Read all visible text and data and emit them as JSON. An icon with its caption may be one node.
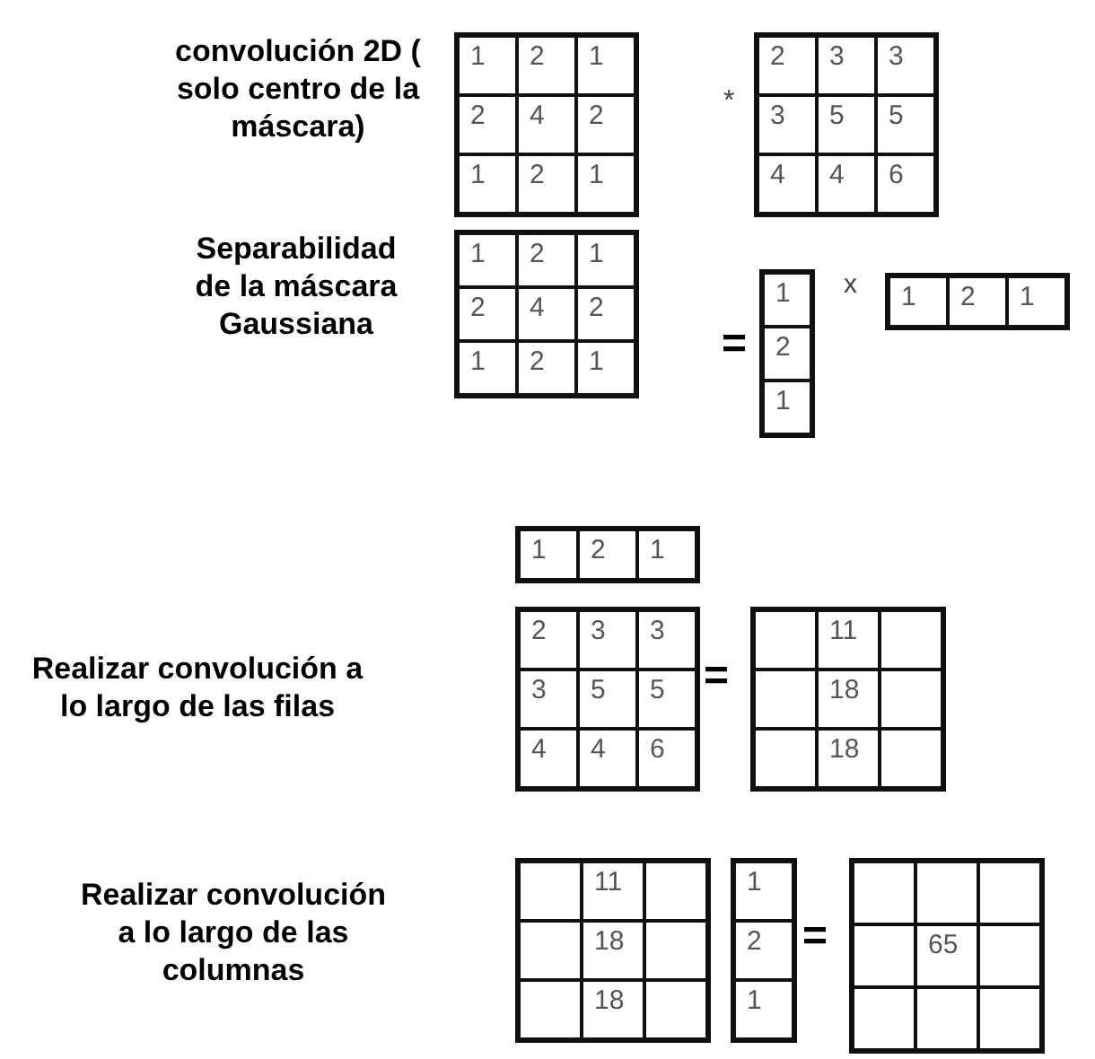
{
  "diagram": {
    "nodes": [
      {
        "text": [],
        "shape": "box"
      },
      {
        "text": [
          "1"
        ],
        "in": 0
      },
      {
        "text": [
          "2"
        ],
        "in": 0
      },
      {
        "text": [
          "1"
        ],
        "in": 0
      },
      {
        "text": [
          "2"
        ],
        "in": 0
      },
      {
        "text": [
          "4"
        ],
        "in": 0
      },
      {
        "text": [
          "2"
        ],
        "in": 0
      },
      {
        "text": [
          "1"
        ],
        "in": 0
      },
      {
        "text": [
          "2"
        ],
        "in": 0
      },
      {
        "text": [
          "1"
        ],
        "in": 0
      },
      {
        "text": [],
        "shape": "box"
      },
      {
        "text": [
          "2"
        ],
        "in": 10
      },
      {
        "text": [
          "3"
        ],
        "in": 10
      },
      {
        "text": [
          "3"
        ],
        "in": 10
      },
      {
        "text": [
          "3"
        ],
        "in": 10
      },
      {
        "text": [
          "5"
        ],
        "in": 10
      },
      {
        "text": [
          "5"
        ],
        "in": 10
      },
      {
        "text": [
          "4"
        ],
        "in": 10
      },
      {
        "text": [
          "4"
        ],
        "in": 10
      },
      {
        "text": [
          "6"
        ],
        "in": 10
      },
      {
        "text": [],
        "shape": "box"
      },
      {
        "text": [
          "1"
        ],
        "in": 20
      },
      {
        "text": [
          "2"
        ],
        "in": 20
      },
      {
        "text": [
          "1"
        ],
        "in": 20
      },
      {
        "text": [
          "2"
        ],
        "in": 20
      },
      {
        "text": [
          "4"
        ],
        "in": 20
      },
      {
        "text": [
          "2"
        ],
        "in": 20
      },
      {
        "text": [
          "1"
        ],
        "in": 20
      },
      {
        "text": [
          "2"
        ],
        "in": 20
      },
      {
        "text": [
          "1"
        ],
        "in": 20
      },
      {
        "text": [],
        "shape": "box"
      },
      {
        "text": [
          "1"
        ],
        "in": 30
      },
      {
        "text": [
          "2"
        ],
        "in": 30
      },
      {
        "text": [
          "1"
        ],
        "in": 30
      },
      {
        "text": [],
        "shape": "box"
      },
      {
        "text": [
          "1"
        ],
        "in": 34
      },
      {
        "text": [
          "2"
        ],
        "in": 34
      },
      {
        "text": [
          "1"
        ],
        "in": 34
      },
      {
        "text": [],
        "shape": "box"
      },
      {
        "text": [
          "1"
        ],
        "in": 38
      },
      {
        "text": [
          "2"
        ],
        "in": 38
      },
      {
        "text": [
          "1"
        ],
        "in": 38
      },
      {
        "text": [],
        "shape": "box"
      },
      {
        "text": [
          "2"
        ],
        "in": 42
      },
      {
        "text": [
          "3"
        ],
        "in": 42
      },
      {
        "text": [
          "3"
        ],
        "in": 42
      },
      {
        "text": [
          "3"
        ],
        "in": 42
      },
      {
        "text": [
          "5"
        ],
        "in": 42
      },
      {
        "text": [
          "5"
        ],
        "in": 42
      },
      {
        "text": [
          "4"
        ],
        "in": 42
      },
      {
        "text": [
          "4"
        ],
        "in": 42
      },
      {
        "text": [
          "6"
        ],
        "in": 42
      },
      {
        "text": [],
        "shape": "box"
      },
      {
        "text": [],
        "shape": "box",
        "in": 52
      },
      {
        "text": [
          "11"
        ],
        "in": 52
      },
      {
        "text": [],
        "shape": "box",
        "in": 52
      },
      {
        "text": [],
        "shape": "box",
        "in": 52
      },
      {
        "text": [
          "18"
        ],
        "in": 52
      },
      {
        "text": [],
        "shape": "box",
        "in": 52
      },
      {
        "text": [],
        "shape": "box",
        "in": 52
      },
      {
        "text": [
          "18"
        ],
        "in": 52
      },
      {
        "text": [],
        "shape": "box",
        "in": 52
      },
      {
        "text": [],
        "shape": "box"
      },
      {
        "text": [],
        "shape": "box",
        "in": 62
      },
      {
        "text": [
          "11"
        ],
        "in": 62
      },
      {
        "text": [],
        "shape": "box",
        "in": 62
      },
      {
        "text": [],
        "shape": "box",
        "in": 62
      },
      {
        "text": [
          "18"
        ],
        "in": 62
      },
      {
        "text": [],
        "shape": "box",
        "in": 62
      },
      {
        "text": [],
        "shape": "box",
        "in": 62
      },
      {
        "text": [
          "18"
        ],
        "in": 62
      },
      {
        "text": [],
        "shape": "box",
        "in": 62
      },
      {
        "text": [],
        "shape": "box"
      },
      {
        "text": [
          "1"
        ],
        "in": 72
      },
      {
        "text": [
          "2"
        ],
        "in": 72
      },
      {
        "text": [
          "1"
        ],
        "in": 72
      },
      {
        "text": [],
        "shape": "box"
      },
      {
        "text": [],
        "shape": "box",
        "in": 76
      },
      {
        "text": [],
        "shape": "box",
        "in": 76
      },
      {
        "text": [],
        "shape": "box",
        "in": 76
      },
      {
        "text": [],
        "shape": "box",
        "in": 76
      },
      {
        "text": [
          "65"
        ],
        "in": 76
      },
      {
        "text": [],
        "shape": "box",
        "in": 76
      },
      {
        "text": [],
        "shape": "box",
        "in": 76
      },
      {
        "text": [],
        "shape": "box",
        "in": 76
      },
      {
        "text": [],
        "shape": "box",
        "in": 76
      }
    ],
    "labels": [
      "convolución 2D ( solo centro de la máscara)",
      "*",
      "Separabilidad de la máscara Gaussiana",
      "=",
      "x",
      "Realizar convolución a lo largo de las filas",
      "=",
      "Realizar convolución a lo largo de las columnas",
      "="
    ]
  }
}
